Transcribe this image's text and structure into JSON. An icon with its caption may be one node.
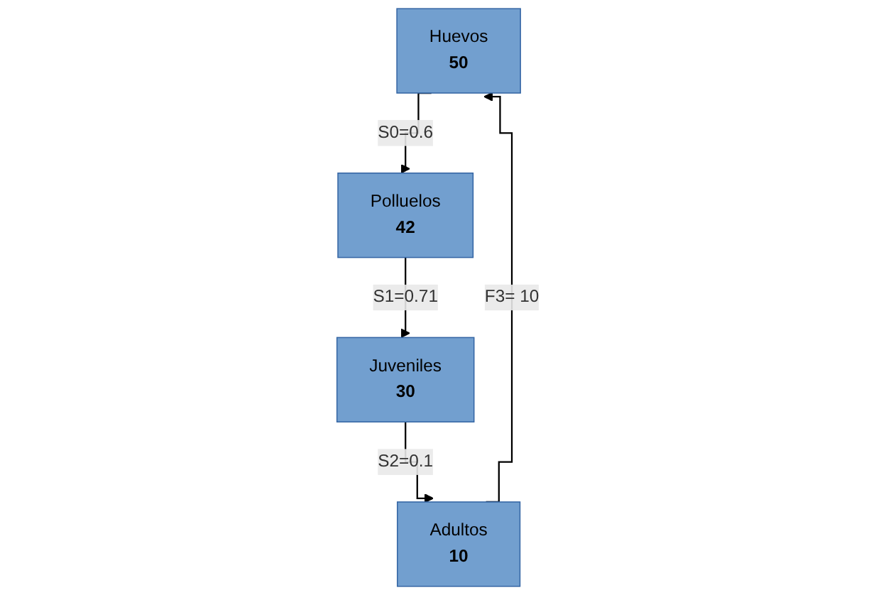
{
  "diagram": {
    "nodes": [
      {
        "text": [
          "Huevos",
          "50"
        ]
      },
      {
        "text": [
          "Polluelos",
          "42"
        ]
      },
      {
        "text": [
          "Juveniles",
          "30"
        ]
      },
      {
        "text": [
          "Adultos",
          "10"
        ]
      }
    ],
    "edges": [
      {
        "from": 0,
        "to": 1,
        "arrow": "to",
        "label": "S0=0.6"
      },
      {
        "from": 1,
        "to": 2,
        "arrow": "to",
        "label": "S1=0.71"
      },
      {
        "from": 2,
        "to": 3,
        "arrow": "to",
        "label": "S2=0.1"
      },
      {
        "from": 3,
        "to": 0,
        "arrow": "to",
        "label": "F3= 10"
      }
    ]
  }
}
